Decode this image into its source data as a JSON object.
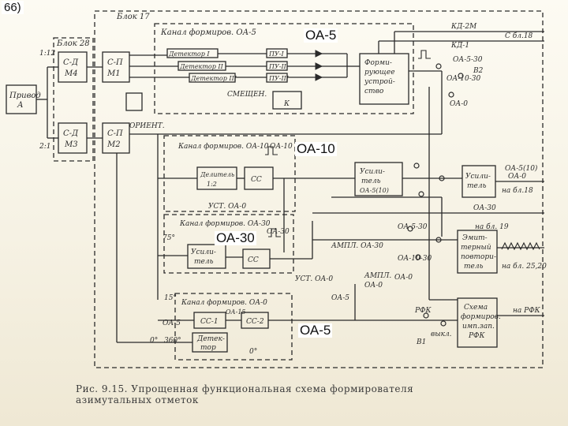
{
  "figure_label": "66)",
  "overlay_labels": {
    "oa5_top": "ОА-5",
    "oa10": "ОА-10",
    "oa30": "ОА-30",
    "oa5_bottom": "ОА-5"
  },
  "caption": "Рис. 9.15. Упрощенная функциональная схема формирователя азимутальных отметок",
  "blocks": {
    "block17": "Блок 17",
    "block28": "Блок 28",
    "drive": [
      "Привод",
      "А"
    ],
    "sd_m4": [
      "С-Д",
      "М4"
    ],
    "sd_m3": [
      "С-Д",
      "М3"
    ],
    "sp_m1": [
      "С-П",
      "М1"
    ],
    "sp_m2": [
      "С-П",
      "М2"
    ],
    "orient": "ОРИЕНТ.",
    "ratio_top": "1:12",
    "ratio_bottom": "2:1",
    "channel_oa5": "Канал формиров. ОА-5",
    "det1": "Детектор I",
    "det2": "Детектор II",
    "det3": "Детектор III",
    "pu1": "ПУ-I",
    "pu2": "ПУ-II",
    "pu3": "ПУ-III",
    "bias": "СМЕЩЕН.",
    "k": "К",
    "shaper": [
      "Форми-",
      "рующее",
      "устрой-",
      "ство"
    ],
    "kd2m": "КД-2М",
    "kd1": "КД-1",
    "from18": "С бл.18",
    "oa5_30": "ОА-5-30",
    "oa10_30": "ОА-10-30",
    "b2": "В2",
    "oa0": "ОА-0",
    "channel_oa10": "Канал формиров. ОА-10",
    "oa10_small": "ОА-10",
    "divider": [
      "Делитель",
      "1:2"
    ],
    "cc": "СС",
    "ust_oa0": "УСТ. ОА-0",
    "amp1": [
      "Усили-",
      "тель",
      "ОА-5(10)"
    ],
    "amp2": [
      "Усили-",
      "тель"
    ],
    "oa5_10": "ОА-5(10)",
    "oa0_out": "ОА-0",
    "to18": "на бл.18",
    "oa30_label": "ОА-30",
    "to19": "на бл. 19",
    "channel_oa30": "Канал формиров. ОА-30",
    "amp3": [
      "Усили-",
      "тель"
    ],
    "deg75": "75°",
    "oa30_small": "ОА-30",
    "ampl_oa30": "АМПЛ. ОА-30",
    "oa5_30b": "ОА-5-30",
    "oa10_30b": "ОА-10-30",
    "oa0b": "ОА-0",
    "emitter": [
      "Эмит-",
      "терный",
      "повтори-",
      "тель"
    ],
    "to2520": "на бл. 25,20",
    "ampl_oa0": [
      "АМПЛ.",
      "ОА-0"
    ],
    "ust_oa0b": "УСТ. ОА-0",
    "oa5_small": "ОА-5",
    "channel_oa0": "Канал формиров. ОА-0",
    "deg15": "15°",
    "cc1": "СС-1",
    "cc2": "СС-2",
    "oa5_mid": "ОА-5",
    "oa15": "ОА-15",
    "det": [
      "Детек-",
      "тор"
    ],
    "deg0": "0°",
    "deg360": "360°",
    "deg_zero": "0°",
    "rfk": "РФК",
    "off": "выкл.",
    "v1": "В1",
    "rfk_block": [
      "Схема",
      "формиров.",
      "имп.зап.",
      "РФК"
    ],
    "to_rfk": "на РФК"
  }
}
